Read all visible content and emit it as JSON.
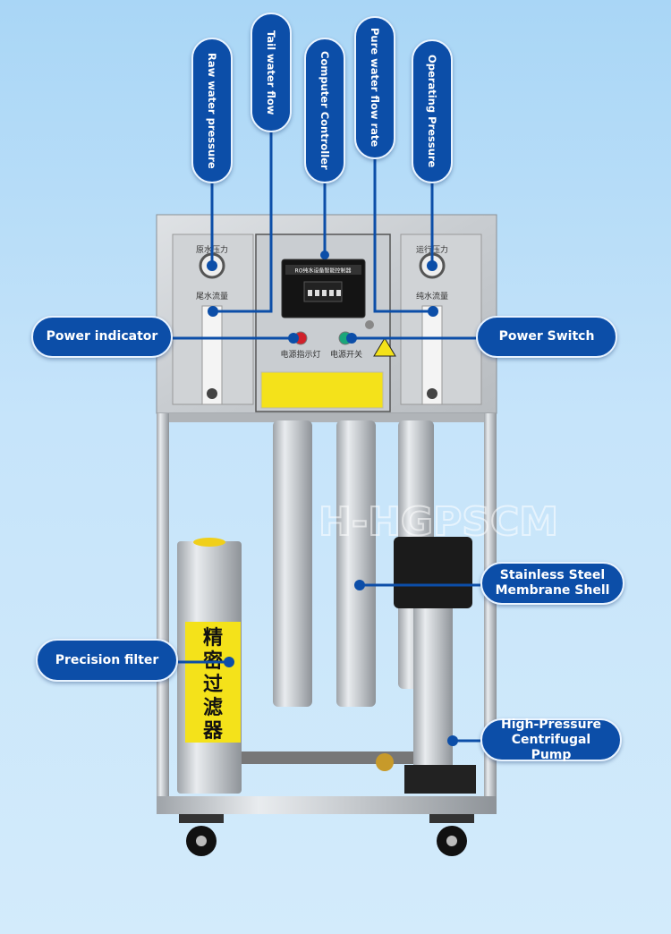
{
  "callouts_vertical": [
    {
      "label": "Raw water pressure"
    },
    {
      "label": "Tail water flow"
    },
    {
      "label": "Computer Controller"
    },
    {
      "label": "Pure water flow rate"
    },
    {
      "label": "Operating Pressure"
    }
  ],
  "callouts_horizontal": [
    {
      "label": "Power indicator"
    },
    {
      "label": "Power Switch"
    },
    {
      "label": "Stainless Steel Membrane Shell"
    },
    {
      "label": "Precision filter"
    },
    {
      "label": "High-Pressure Centrifugal Pump"
    }
  ],
  "panel": {
    "raw_pressure": "原水压力",
    "operating_pressure": "运行压力",
    "tail_flow": "尾水流量",
    "pure_flow": "纯水流量",
    "controller_title": "RO纯水设备智能控制器",
    "power_indicator": "电源指示灯",
    "power_switch": "电源开关"
  },
  "filter_label": [
    "精",
    "密",
    "过",
    "滤",
    "器"
  ],
  "watermark": "H-HGPSCM",
  "colors": {
    "callout": "#0c4ea8",
    "line": "#0c4ea8",
    "label_yellow": "#f4e21a"
  }
}
